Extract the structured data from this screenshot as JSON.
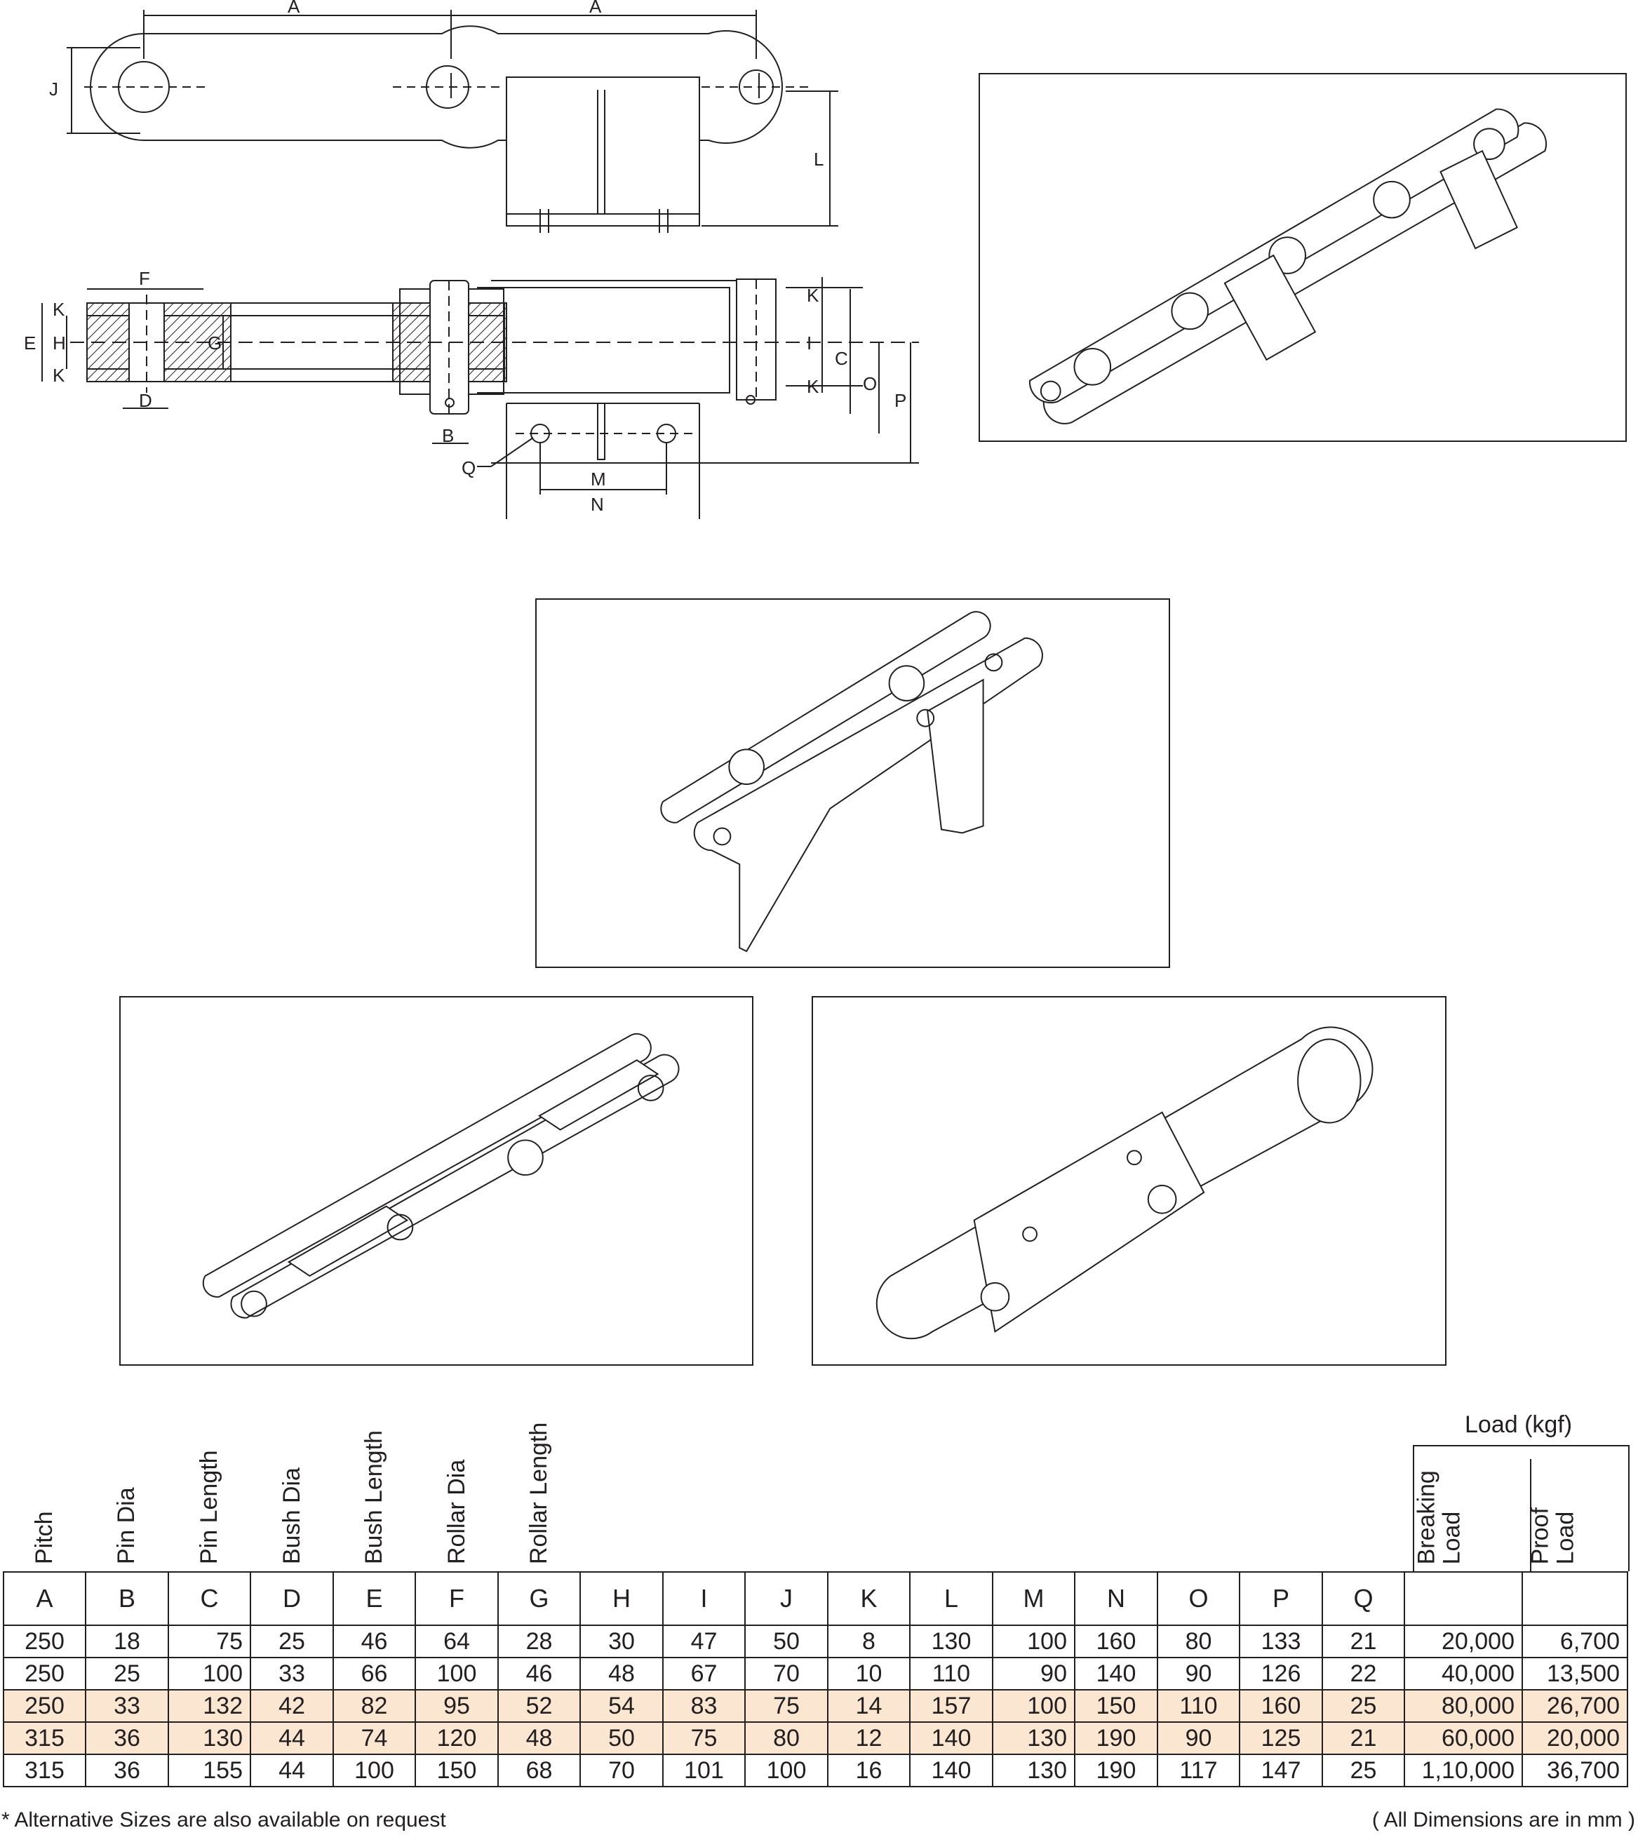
{
  "drawing_labels": {
    "top": [
      "A",
      "A",
      "J",
      "L"
    ],
    "section": [
      "F",
      "E",
      "H",
      "K",
      "K",
      "G",
      "D",
      "B",
      "Q",
      "M",
      "N",
      "K",
      "I",
      "K",
      "C",
      "O",
      "P"
    ]
  },
  "table": {
    "load_group": "Load (kgf)",
    "descriptions": [
      "Pitch",
      "Pin Dia",
      "Pin Length",
      "Bush Dia",
      "Bush Length",
      "Rollar Dia",
      "Rollar Length"
    ],
    "load_headers": [
      {
        "line1": "Breaking",
        "line2": "Load"
      },
      {
        "line1": "Proof",
        "line2": "Load"
      }
    ],
    "letters": [
      "A",
      "B",
      "C",
      "D",
      "E",
      "F",
      "G",
      "H",
      "I",
      "J",
      "K",
      "L",
      "M",
      "N",
      "O",
      "P",
      "Q",
      "",
      ""
    ],
    "rows": [
      {
        "highlight": false,
        "cells": [
          "250",
          "18",
          "75",
          "25",
          "46",
          "64",
          "28",
          "30",
          "47",
          "50",
          "8",
          "130",
          "100",
          "160",
          "80",
          "133",
          "21",
          "20,000",
          "6,700"
        ]
      },
      {
        "highlight": false,
        "cells": [
          "250",
          "25",
          "100",
          "33",
          "66",
          "100",
          "46",
          "48",
          "67",
          "70",
          "10",
          "110",
          "90",
          "140",
          "90",
          "126",
          "22",
          "40,000",
          "13,500"
        ]
      },
      {
        "highlight": true,
        "cells": [
          "250",
          "33",
          "132",
          "42",
          "82",
          "95",
          "52",
          "54",
          "83",
          "75",
          "14",
          "157",
          "100",
          "150",
          "110",
          "160",
          "25",
          "80,000",
          "26,700"
        ]
      },
      {
        "highlight": true,
        "cells": [
          "315",
          "36",
          "130",
          "44",
          "74",
          "120",
          "48",
          "50",
          "75",
          "80",
          "12",
          "140",
          "130",
          "190",
          "90",
          "125",
          "21",
          "60,000",
          "20,000"
        ]
      },
      {
        "highlight": false,
        "cells": [
          "315",
          "36",
          "155",
          "44",
          "100",
          "150",
          "68",
          "70",
          "101",
          "100",
          "16",
          "140",
          "130",
          "190",
          "117",
          "147",
          "25",
          "1,10,000",
          "36,700"
        ]
      }
    ]
  },
  "footer": {
    "left": "* Alternative Sizes are also available on request",
    "right": "( All Dimensions are in mm )"
  },
  "colors": {
    "ink": "#231f20",
    "highlight_row": "#fbe6d2"
  }
}
